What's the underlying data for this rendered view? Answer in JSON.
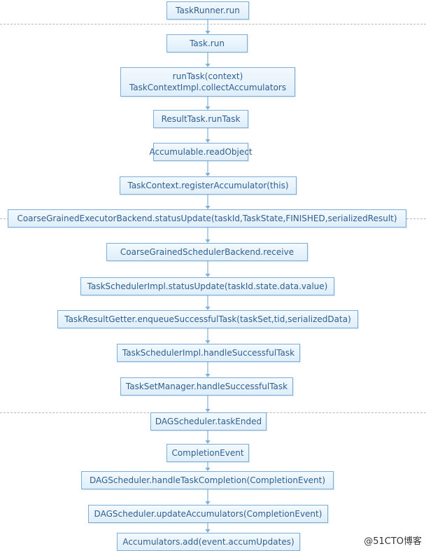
{
  "nodes": [
    {
      "lines": [
        "TaskRunner.run"
      ]
    },
    {
      "lines": [
        "Task.run"
      ]
    },
    {
      "lines": [
        "runTask(context)",
        "TaskContextImpl.collectAccumulators"
      ]
    },
    {
      "lines": [
        "ResultTask.runTask"
      ]
    },
    {
      "lines": [
        "Accumulable.readObject"
      ]
    },
    {
      "lines": [
        "TaskContext.registerAccumulator(this)"
      ]
    },
    {
      "lines": [
        "CoarseGrainedExecutorBackend.statusUpdate(taskId,TaskState,FINISHED,serializedResult)"
      ]
    },
    {
      "lines": [
        "CoarseGrainedSchedulerBackend.receive"
      ]
    },
    {
      "lines": [
        "TaskSchedulerImpl.statusUpdate(taskId.state.data.value)"
      ]
    },
    {
      "lines": [
        "TaskResultGetter.enqueueSuccessfulTask(taskSet,tid,serializedData)"
      ]
    },
    {
      "lines": [
        "TaskSchedulerImpl.handleSuccessfulTask"
      ]
    },
    {
      "lines": [
        "TaskSetManager.handleSuccessfulTask"
      ]
    },
    {
      "lines": [
        "DAGScheduler.taskEnded"
      ]
    },
    {
      "lines": [
        "CompletionEvent"
      ]
    },
    {
      "lines": [
        "DAGScheduler.handleTaskCompletion(CompletionEvent)"
      ]
    },
    {
      "lines": [
        "DAGScheduler.updateAccumulators(CompletionEvent)"
      ]
    },
    {
      "lines": [
        "Accumulators.add(event.accumUpdates)"
      ]
    }
  ],
  "watermark": "@51CTO博客",
  "colors": {
    "border": "#79aed8",
    "text": "#2f5f8f",
    "arrow": "#7fb0d8",
    "divider": "#b8b8b8"
  }
}
